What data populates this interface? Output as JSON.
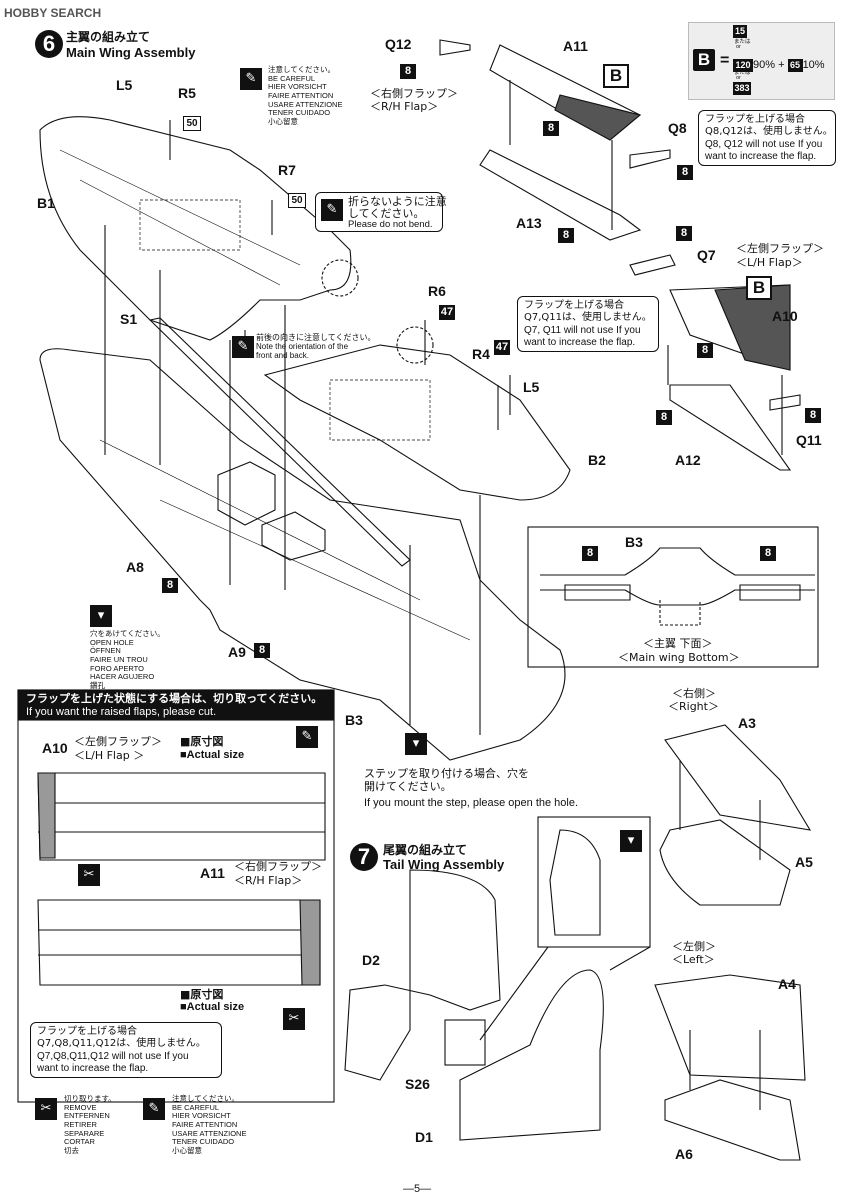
{
  "header": {
    "logo": "HOBBY SEARCH"
  },
  "step6": {
    "number": "6",
    "title_jp": "主翼の組み立て",
    "title_en": "Main Wing Assembly"
  },
  "step7": {
    "number": "7",
    "title_jp": "尾翼の組み立て",
    "title_en": "Tail Wing Assembly"
  },
  "careful_note": {
    "lines": [
      "注意してください。",
      "BE CAREFUL",
      "HIER VORSICHT",
      "FAIRE ATTENTION",
      "USARE ATTENZIONE",
      "TENER CUIDADO",
      "小心留意"
    ]
  },
  "no_bend_note": {
    "jp": [
      "折らないように注意",
      "してください。"
    ],
    "en": "Please do not bend."
  },
  "orientation_note": {
    "jp": "前後の向きに注意してください。",
    "en": [
      "Note the orientation of the",
      "front and back."
    ]
  },
  "open_hole_note": {
    "lines": [
      "穴をあけてください。",
      "OPEN HOLE",
      "ÖFFNEN",
      "FAIRE UN TROU",
      "FORO APERTO",
      "HACER AGUJERO",
      "鑽孔"
    ]
  },
  "paint_box": {
    "letter": "B",
    "eq": "=",
    "top_code": "15",
    "alt": "または",
    "alt2": "or",
    "mix": [
      "120",
      "90% + ",
      "65",
      "10%"
    ],
    "bottom_code": "383"
  },
  "flap_right_label": {
    "jp": "＜右側フラップ＞",
    "en": "＜R/H Flap＞"
  },
  "flap_left_label": {
    "jp": "＜左側フラップ＞",
    "en": "＜L/H Flap＞"
  },
  "raise_flap_note_right": {
    "jp": "フラップを上げる場合",
    "jp2": "Q8,Q12は、使用しません。",
    "en": [
      "Q8, Q12 will not use If you",
      "want to increase the flap."
    ]
  },
  "raise_flap_note_left": {
    "jp": "フラップを上げる場合",
    "jp2": "Q7,Q11は、使用しません。",
    "en": [
      "Q7, Q11 will not use If you",
      "want to increase the flap."
    ]
  },
  "parts": {
    "L5": "L5",
    "R5": "R5",
    "R7": "R7",
    "B1": "B1",
    "S1": "S1",
    "A8": "A8",
    "A9": "A9",
    "B3": "B3",
    "B2": "B2",
    "R6": "R6",
    "R4": "R4",
    "L5b": "L5",
    "Q12": "Q12",
    "A11": "A11",
    "Q8": "Q8",
    "A13": "A13",
    "Q7": "Q7",
    "A10": "A10",
    "A12": "A12",
    "Q11": "Q11",
    "A3": "A3",
    "A5": "A5",
    "A4": "A4",
    "A6": "A6",
    "D2": "D2",
    "S26": "S26",
    "D1": "D1"
  },
  "codes": {
    "c50a": "50",
    "c50b": "50",
    "c47a": "47",
    "c47b": "47",
    "c8": "8"
  },
  "wing_bottom_box": {
    "part": "B3",
    "caption_jp": "＜主翼 下面＞",
    "caption_en": "＜Main wing Bottom＞"
  },
  "step_note": {
    "jp": [
      "ステップを取り付ける場合、穴を",
      "開けてください。"
    ],
    "en": "If you mount the step, please open the hole."
  },
  "cut_box": {
    "header_jp": "フラップを上げた状態にする場合は、切り取ってください。",
    "header_en": "If you want the raised flaps, please cut.",
    "a10_part": "A10",
    "a10_jp": "＜左側フラップ＞",
    "a10_en": "＜L/H Flap ＞",
    "a11_part": "A11",
    "a11_jp": "＜右側フラップ＞",
    "a11_en": "＜R/H Flap＞",
    "actual_jp": "■原寸図",
    "actual_en": "■Actual size",
    "footer_note": {
      "jp": "フラップを上げる場合",
      "jp2": "Q7,Q8,Q11,Q12は、使用しません。",
      "en": [
        "Q7,Q8,Q11,Q12 will not use If you",
        "want to increase the flap."
      ]
    },
    "remove_lines": [
      "切り取ります。",
      "REMOVE",
      "ENTFERNEN",
      "RETIRER",
      "SEPARARE",
      "CORTAR",
      "切去"
    ]
  },
  "tail_labels": {
    "right_jp": "＜右側＞",
    "right_en": "＜Right＞",
    "left_jp": "＜左側＞",
    "left_en": "＜Left＞"
  },
  "page_number": "—5—"
}
